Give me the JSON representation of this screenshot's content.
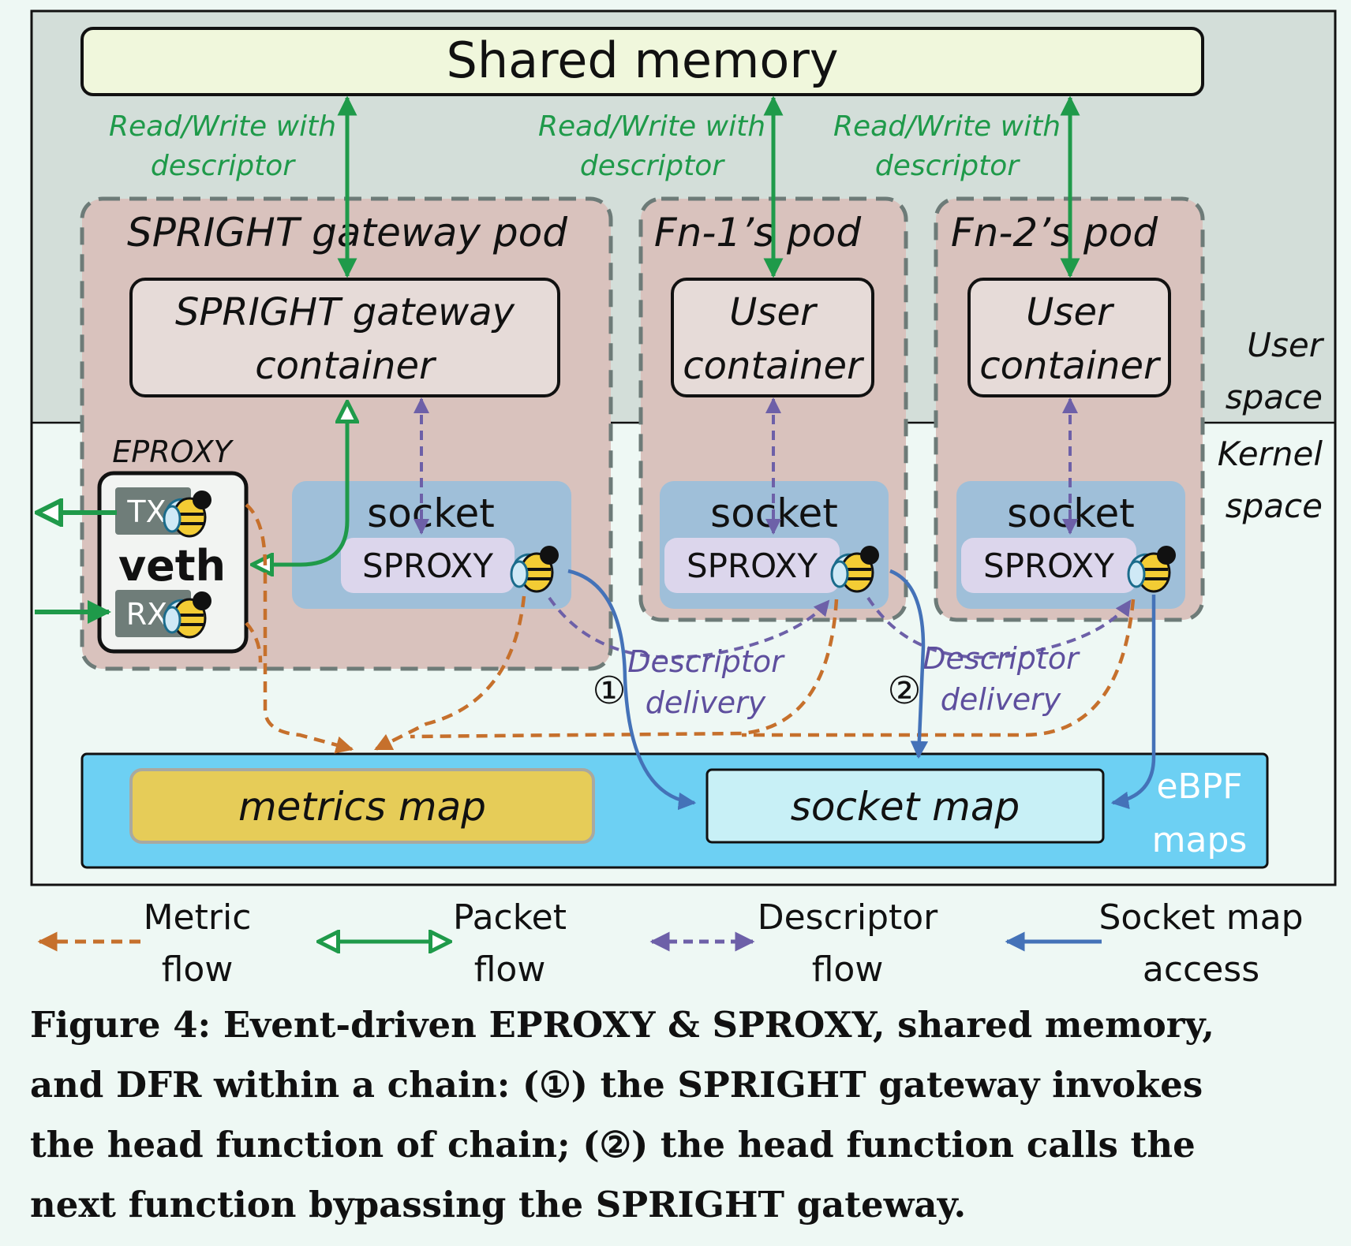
{
  "diagram": {
    "shared_memory": "Shared memory",
    "rw_labels": [
      {
        "line1": "Read/Write with",
        "line2": "descriptor"
      },
      {
        "line1": "Read/Write with",
        "line2": "descriptor"
      },
      {
        "line1": "Read/Write with",
        "line2": "descriptor"
      }
    ],
    "gateway_pod": {
      "title": "SPRIGHT gateway pod",
      "container_line1": "SPRIGHT gateway",
      "container_line2": "container",
      "socket": "socket",
      "sproxy": "SPROXY"
    },
    "fn1_pod": {
      "title": "Fn-1’s pod",
      "container_line1": "User",
      "container_line2": "container",
      "socket": "socket",
      "sproxy": "SPROXY"
    },
    "fn2_pod": {
      "title": "Fn-2’s pod",
      "container_line1": "User",
      "container_line2": "container",
      "socket": "socket",
      "sproxy": "SPROXY"
    },
    "eproxy": {
      "label": "EPROXY",
      "tx": "TX",
      "veth": "veth",
      "rx": "RX"
    },
    "user_space": {
      "line1": "User",
      "line2": "space"
    },
    "kernel_space": {
      "line1": "Kernel",
      "line2": "space"
    },
    "step1": "①",
    "step2": "②",
    "descriptor_delivery": [
      {
        "line1": "Descriptor",
        "line2": "delivery"
      },
      {
        "line1": "Descriptor",
        "line2": "delivery"
      }
    ],
    "metrics_map": "metrics map",
    "socket_map": "socket map",
    "ebpf": {
      "line1": "eBPF",
      "line2": "maps"
    },
    "colors": {
      "user_bg": "#d3ded9",
      "kernel_bg": "#eef8f4",
      "pod": "#d9c2bd",
      "shared_memory": "#f0f7dc",
      "socket": "#9fbfd9",
      "sproxy": "#dcd6ec",
      "ebpf_bg": "#6dd0f3",
      "metrics": "#e6cc58",
      "socket_map": "#c8f0f6",
      "packet_flow": "#1f9a4a",
      "metric_flow": "#c6702c",
      "descriptor_flow": "#6d60a8",
      "socket_map_access": "#4472b8"
    }
  },
  "legend": [
    {
      "line1": "Metric",
      "line2": "flow"
    },
    {
      "line1": "Packet",
      "line2": "flow"
    },
    {
      "line1": "Descriptor",
      "line2": "flow"
    },
    {
      "line1": "Socket map",
      "line2": "access"
    }
  ],
  "caption": {
    "lines": [
      "Figure 4: Event-driven EPROXY & SPROXY, shared memory,",
      "and DFR within a chain: (①) the SPRIGHT gateway invokes",
      "the head function of chain; (②) the head function calls the",
      "next function bypassing the SPRIGHT gateway."
    ]
  }
}
